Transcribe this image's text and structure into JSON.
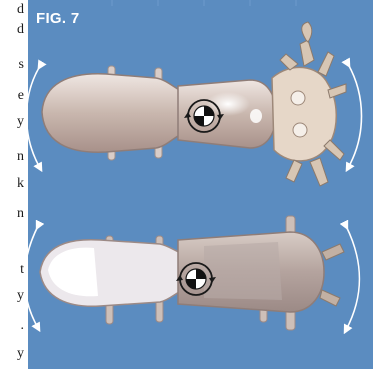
{
  "figure": {
    "label": "FIG. 7",
    "background_color": "#5b8cc0",
    "views": [
      {
        "name": "top-view",
        "icon": "center-of-mass-icon"
      },
      {
        "name": "bottom-view",
        "icon": "center-of-mass-icon"
      }
    ],
    "rotation_indicators": [
      "curved-double-arrow-icon",
      "curved-double-arrow-icon",
      "curved-double-arrow-icon",
      "curved-double-arrow-icon"
    ]
  },
  "side_text": {
    "fragments": [
      "d",
      "d",
      "s",
      "e",
      "y",
      "n",
      "k",
      "n",
      "t",
      "y",
      ".",
      "y"
    ]
  }
}
